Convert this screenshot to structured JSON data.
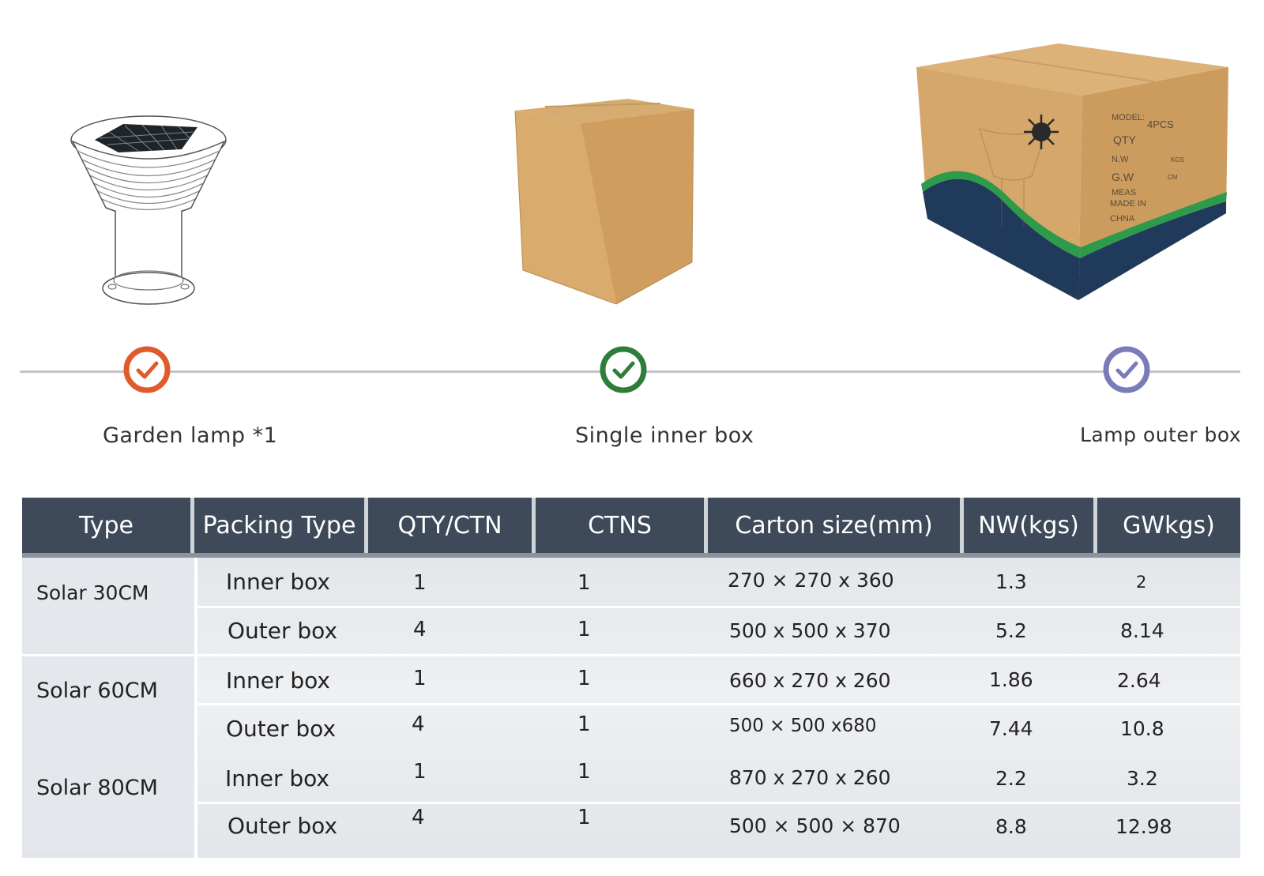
{
  "steps": [
    {
      "label": "Garden lamp *1",
      "color": "#e05a2b"
    },
    {
      "label": "Single inner box",
      "color": "#2f7d3a"
    },
    {
      "label": "Lamp outer box",
      "color": "#7a7cb8"
    }
  ],
  "outer_box_print": {
    "model": "MODEL:",
    "qty_value": "4PCS",
    "qty": "QTY",
    "nw": "N.W",
    "gw": "G.W",
    "meas": "MEAS",
    "made_in": "MADE IN",
    "country": "CHNA",
    "kgs": "KGS",
    "cm": "CM"
  },
  "table": {
    "headers": [
      "Type",
      "Packing Type",
      "QTY/CTN",
      "CTNS",
      "Carton size(mm)",
      "NW(kgs)",
      "GWkgs)"
    ],
    "groups": [
      {
        "type": "Solar 30CM",
        "rows": [
          {
            "packing": "Inner box",
            "qty": "1",
            "ctns": "1",
            "size": "270 × 270 x 360",
            "nw": "1.3",
            "gw": "2"
          },
          {
            "packing": "Outer box",
            "qty": "4",
            "ctns": "1",
            "size": "500 x 500 x 370",
            "nw": "5.2",
            "gw": "8.14"
          }
        ]
      },
      {
        "type": "Solar 60CM",
        "rows": [
          {
            "packing": "Inner box",
            "qty": "1",
            "ctns": "1",
            "size": "660 x 270 x 260",
            "nw": "1.86",
            "gw": "2.64"
          },
          {
            "packing": "Outer box",
            "qty": "4",
            "ctns": "1",
            "size": "500 × 500 x680",
            "nw": "7.44",
            "gw": "10.8"
          }
        ]
      },
      {
        "type": "Solar 80CM",
        "rows": [
          {
            "packing": "Inner box",
            "qty": "1",
            "ctns": "1",
            "size": "870 x 270 x 260",
            "nw": "2.2",
            "gw": "3.2"
          },
          {
            "packing": "Outer box",
            "qty": "4",
            "ctns": "1",
            "size": "500 × 500 × 870",
            "nw": "8.8",
            "gw": "12.98"
          }
        ]
      }
    ]
  }
}
